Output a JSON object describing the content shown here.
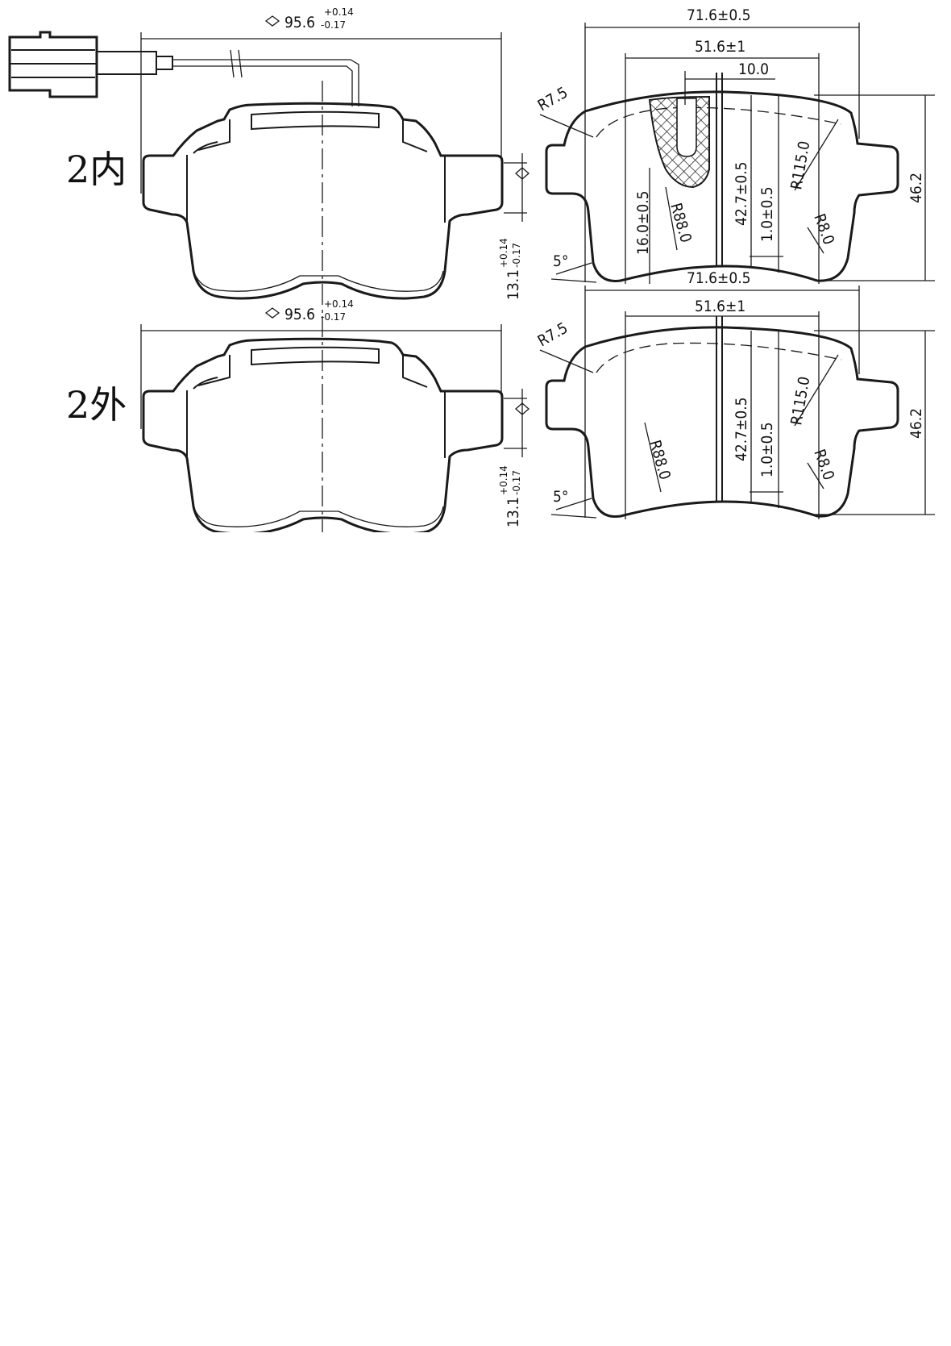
{
  "views": {
    "inner": {
      "label": "2内",
      "width_value": "95.6",
      "width_tol_upper": "+0.14",
      "width_tol_lower": "-0.17",
      "thickness_value": "13.1",
      "thickness_tol_upper": "+0.14",
      "thickness_tol_lower": "-0.17"
    },
    "outer": {
      "label": "2外",
      "width_value": "95.6",
      "width_tol_upper": "+0.14",
      "width_tol_lower": "-0.17",
      "thickness_value": "13.1",
      "thickness_tol_upper": "+0.14",
      "thickness_tol_lower": "-0.17"
    }
  },
  "friction_inner": {
    "overall_width": "71.6±0.5",
    "chamfer_width": "51.6±1",
    "sensor_width": "10.0",
    "corner_radius": "R7.5",
    "inner_radius": "R88.0",
    "top_radius": "R115.0",
    "side_radius": "R8.0",
    "slot_depth": "16.0±0.5",
    "height": "42.7±0.5",
    "slot_gap": "1.0±0.5",
    "total_height": "46.2",
    "angle": "5°"
  },
  "friction_outer": {
    "overall_width": "71.6±0.5",
    "chamfer_width": "51.6±1",
    "corner_radius": "R7.5",
    "inner_radius": "R88.0",
    "top_radius": "R115.0",
    "side_radius": "R8.0",
    "height": "42.7±0.5",
    "slot_gap": "1.0±0.5",
    "total_height": "46.2",
    "angle": "5°"
  }
}
